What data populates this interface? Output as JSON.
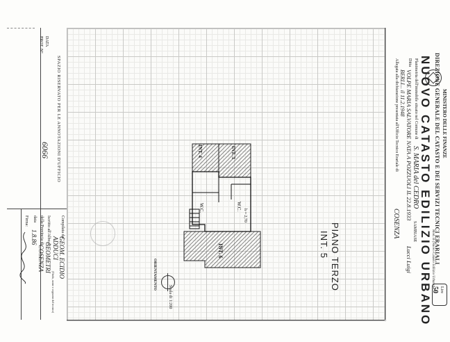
{
  "header": {
    "ministry": "MINISTERO DELLE FINANZE",
    "direction": "DIREZIONE GENERALE DEL CATASTO E DEI SERVIZI TECNICI ERARIALI",
    "title": "NUOVO CATASTO EDILIZIO URBANO",
    "model": "Mod. B (Nuovo Catasto Edilizio Urbano)",
    "price_label": "Lire",
    "price_value": "50"
  },
  "form": {
    "line1_label": "Planimetria dell'immobile situato nel Comune di",
    "line1_value": "S. MARIA del CEDRO",
    "line1_extra": "SAMBIASE",
    "line2_label": "Ditta",
    "line2_value": "VOLPE MARIA SALVATORE NATA A POZZUOLI IL 22.8.1933",
    "line2_extra": "Lucci Luigi",
    "line3_value": "BERLI... il 11.2.1948",
    "line4_label": "Allegata alla dichiarazione presentata all'Ufficio Tecnico Erariale di",
    "line4_value": "COSENZA"
  },
  "plan": {
    "rooms": [
      "INT. 4",
      "INT. 3",
      "W.C.",
      "W.C.",
      "INT. 6"
    ],
    "height_note": "h = 2,70",
    "floor_label": "PIANO TERZO",
    "unit_label": "INT. 5",
    "orientation_label": "ORIENTAMENTO",
    "scale_label": "Scala di 1:200"
  },
  "office": {
    "reserved_label": "SPAZIO RISERVATO PER LE ANNOTAZIONI D'UFFICIO",
    "date_label": "DATA",
    "prot_label": "PROT. N°",
    "handwritten_note": "6066"
  },
  "compiler": {
    "compiled_label": "Compilata dal",
    "compiled_value": "GEOM. ECIDIO",
    "name_value": "ADDUCI",
    "title_hint": "(Titolo, nome e cognome del tecnico)",
    "registered_label": "Iscritto all'Albo de",
    "registered_value": "GEOMETRI",
    "province_label": "della Provincia di",
    "province_value": "COSENZA",
    "date_label": "data",
    "date_value": "1.8.86",
    "signature_label": "Firma:"
  }
}
